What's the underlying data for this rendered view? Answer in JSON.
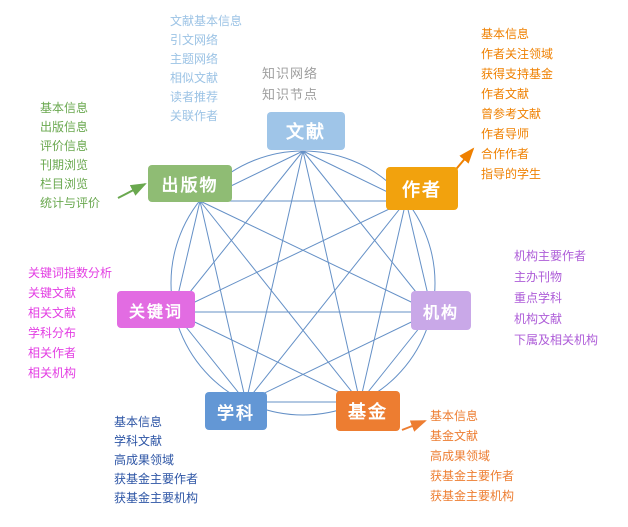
{
  "center_label": [
    "知识网络",
    "知识节点"
  ],
  "graph": {
    "line_color": "#4a7dbd",
    "center_label_color": "#9e9e9e"
  },
  "nodes": {
    "literature": {
      "label": "文献",
      "color": "#9fc5e8"
    },
    "publication": {
      "label": "出版物",
      "color": "#8fbc74"
    },
    "author": {
      "label": "作者",
      "color": "#f2a20d"
    },
    "institution": {
      "label": "机构",
      "color": "#c9a8e8"
    },
    "fund": {
      "label": "基金",
      "color": "#ed7d31"
    },
    "discipline": {
      "label": "学科",
      "color": "#6397d5"
    },
    "keyword": {
      "label": "关键词",
      "color": "#e26ce2"
    }
  },
  "lists": {
    "literature": {
      "color": "#9cc3e5",
      "items": [
        "文献基本信息",
        "引文网络",
        "主题网络",
        "相似文献",
        "读者推荐",
        "关联作者"
      ]
    },
    "author": {
      "color": "#ef8000",
      "items": [
        "基本信息",
        "作者关注领域",
        "获得支持基金",
        "作者文献",
        "曾参考文献",
        "作者导师",
        "合作作者",
        "指导的学生"
      ]
    },
    "publication": {
      "color": "#6aa84f",
      "items": [
        "基本信息",
        "出版信息",
        "评价信息",
        "刊期浏览",
        "栏目浏览",
        "统计与评价"
      ]
    },
    "institution": {
      "color": "#ae5dd8",
      "items": [
        "机构主要作者",
        "主办刊物",
        "重点学科",
        "机构文献",
        "下属及相关机构"
      ]
    },
    "keyword": {
      "color": "#e33ee3",
      "items": [
        "关键词指数分析",
        "关键文献",
        "相关文献",
        "学科分布",
        "相关作者",
        "相关机构"
      ]
    },
    "discipline": {
      "color": "#2d55a5",
      "items": [
        "基本信息",
        "学科文献",
        "高成果领域",
        "获基金主要作者",
        "获基金主要机构"
      ]
    },
    "fund": {
      "color": "#ed7d31",
      "items": [
        "基本信息",
        "基金文献",
        "高成果领域",
        "获基金主要作者",
        "获基金主要机构"
      ]
    }
  }
}
